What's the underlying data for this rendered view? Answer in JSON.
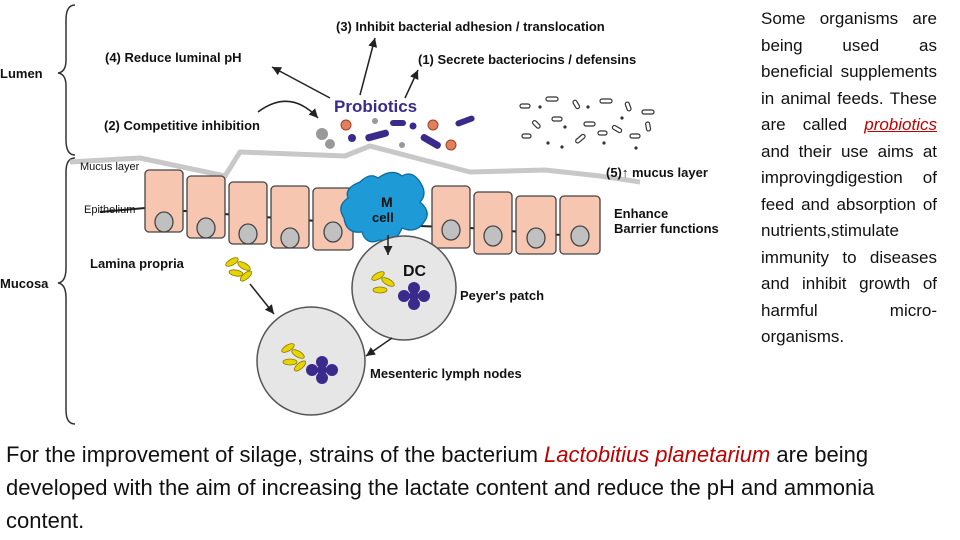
{
  "diagram": {
    "labels": {
      "lumen": "Lumen",
      "mucosa": "Mucosa",
      "inhibit_adhesion": "(3) Inhibit bacterial adhesion / translocation",
      "reduce_ph": "(4) Reduce luminal pH",
      "secrete": "(1) Secrete bacteriocins / defensins",
      "competitive": "(2) Competitive inhibition",
      "probiotics": "Probiotics",
      "mucus_layer": "Mucus layer",
      "epithelium": "Epithelium",
      "mucus_layer_5": "(5)↑ mucus layer",
      "m_cell_1": "M",
      "m_cell_2": "cell",
      "enhance_1": "Enhance",
      "enhance_2": "Barrier functions",
      "lamina": "Lamina propria",
      "dc": "DC",
      "peyers": "Peyer's patch",
      "mesenteric": "Mesenteric lymph nodes"
    },
    "colors": {
      "probiotic_purple": "#3a2a8c",
      "cell_pink": "#f7c6b0",
      "m_cell_blue": "#1e9ad6",
      "mucus_gray": "#c8c8c8",
      "bacteria_yellow": "#e8d400"
    }
  },
  "side_text": {
    "part1": "Some organisms are being used as beneficial supplements in animal feeds. These are called ",
    "highlight": "probiotics",
    "part2": " and their use aims at improvingdigestion of feed and absorption of nutrients,stimulate immunity to diseases and inhibit growth of harmful micro-organisms."
  },
  "bottom_text": {
    "part1": "For the improvement of silage, strains of the bacterium ",
    "highlight": "Lactobitius planetarium",
    "part2": " are being developed with the aim of increasing the lactate content and reduce the pH and ammonia content."
  }
}
